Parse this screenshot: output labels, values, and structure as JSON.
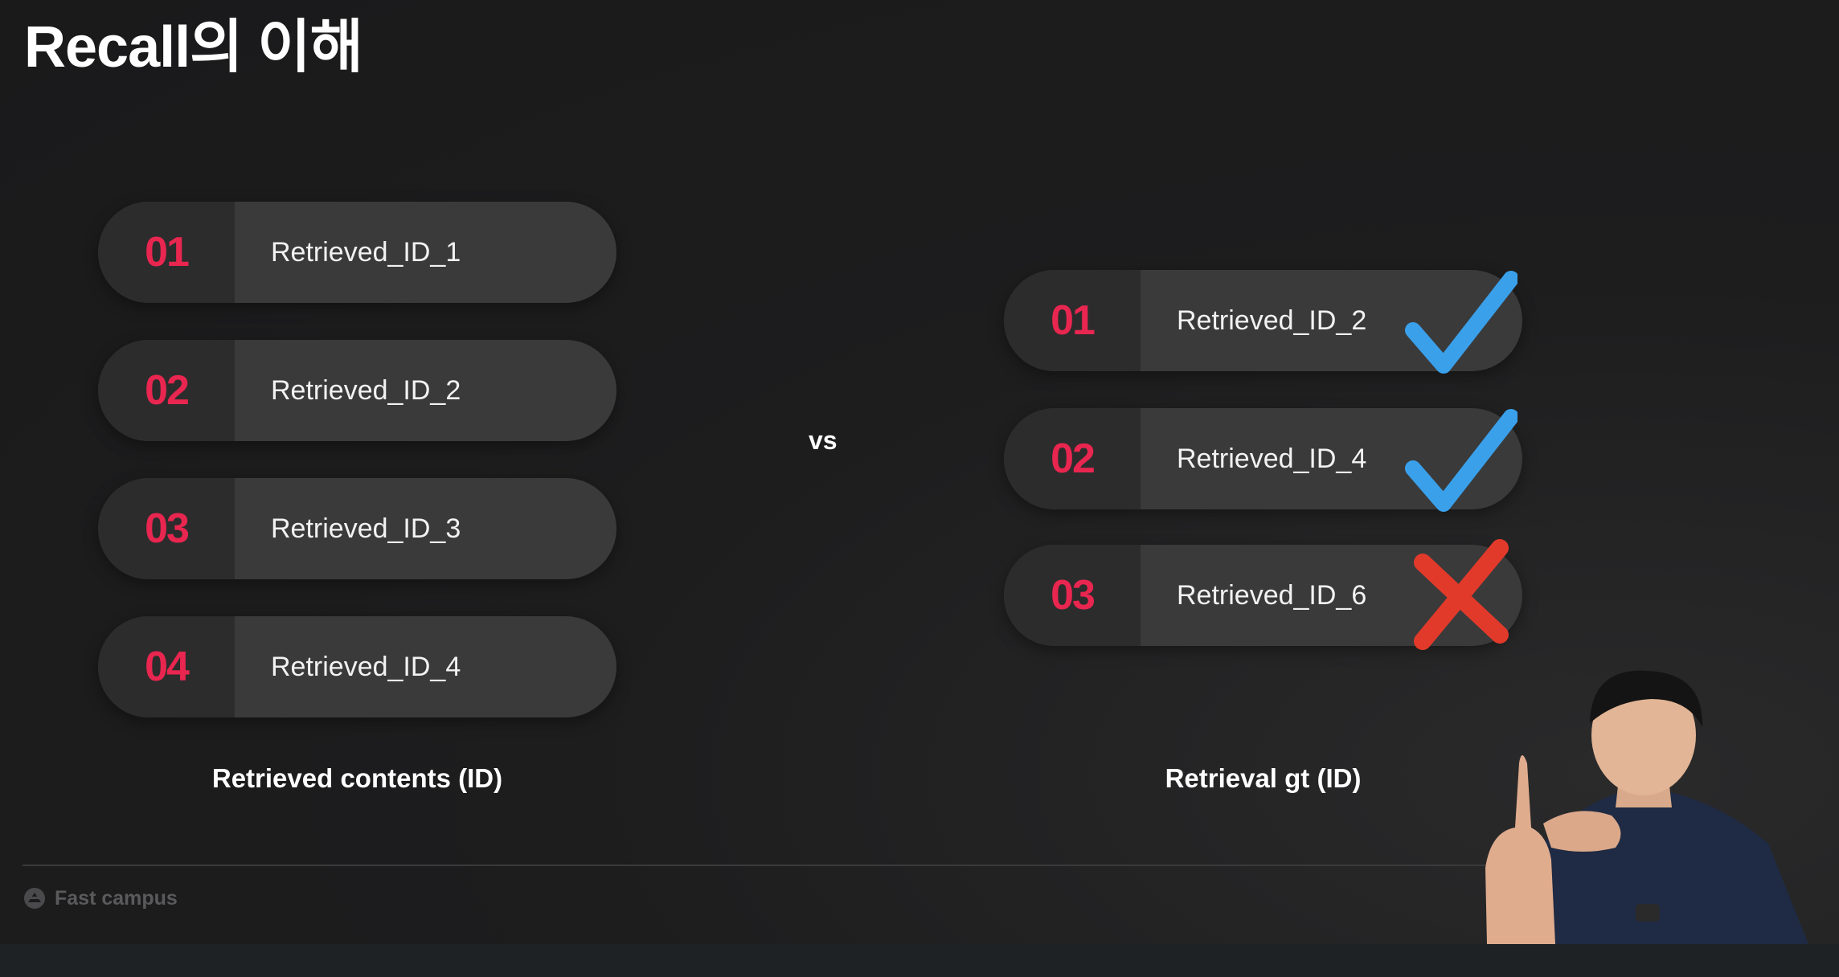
{
  "title": "Recall의 이해",
  "vs_label": "vs",
  "left_group": {
    "caption": "Retrieved contents (ID)",
    "items": [
      {
        "num": "01",
        "label": "Retrieved_ID_1"
      },
      {
        "num": "02",
        "label": "Retrieved_ID_2"
      },
      {
        "num": "03",
        "label": "Retrieved_ID_3"
      },
      {
        "num": "04",
        "label": "Retrieved_ID_4"
      }
    ]
  },
  "right_group": {
    "caption": "Retrieval gt (ID)",
    "items": [
      {
        "num": "01",
        "label": "Retrieved_ID_2",
        "mark": "check-icon"
      },
      {
        "num": "02",
        "label": "Retrieved_ID_4",
        "mark": "check-icon"
      },
      {
        "num": "03",
        "label": "Retrieved_ID_6",
        "mark": "cross-icon"
      }
    ]
  },
  "brand": {
    "name": "Fast campus",
    "icon": "fastcampus-logo-icon"
  },
  "colors": {
    "accent_number": "#e8264f",
    "check": "#3aa0ea",
    "cross": "#e23a2a",
    "background": "#1b1b1c",
    "pill": "#3a3a3b"
  }
}
